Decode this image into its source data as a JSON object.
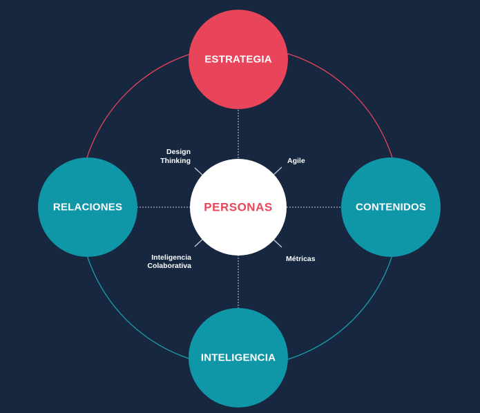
{
  "colors": {
    "background": "#16273f",
    "strategy": "#e8455a",
    "teal": "#0f97a8",
    "center_fill": "#ffffff",
    "center_text": "#e8455a",
    "ring_red": "#e8455a",
    "ring_teal": "#1a9fae",
    "connector": "#c9d3de"
  },
  "center": {
    "label": "PERSONAS"
  },
  "nodes": {
    "top": {
      "label": "ESTRATEGIA"
    },
    "right": {
      "label": "CONTENIDOS"
    },
    "bottom": {
      "label": "INTELIGENCIA"
    },
    "left": {
      "label": "RELACIONES"
    }
  },
  "practices": {
    "top_left": {
      "line1": "Design",
      "line2": "Thinking"
    },
    "top_right": {
      "line1": "Agile"
    },
    "bottom_left": {
      "line1": "Inteligencia",
      "line2": "Colaborativa"
    },
    "bottom_right": {
      "line1": "Métricas"
    }
  }
}
